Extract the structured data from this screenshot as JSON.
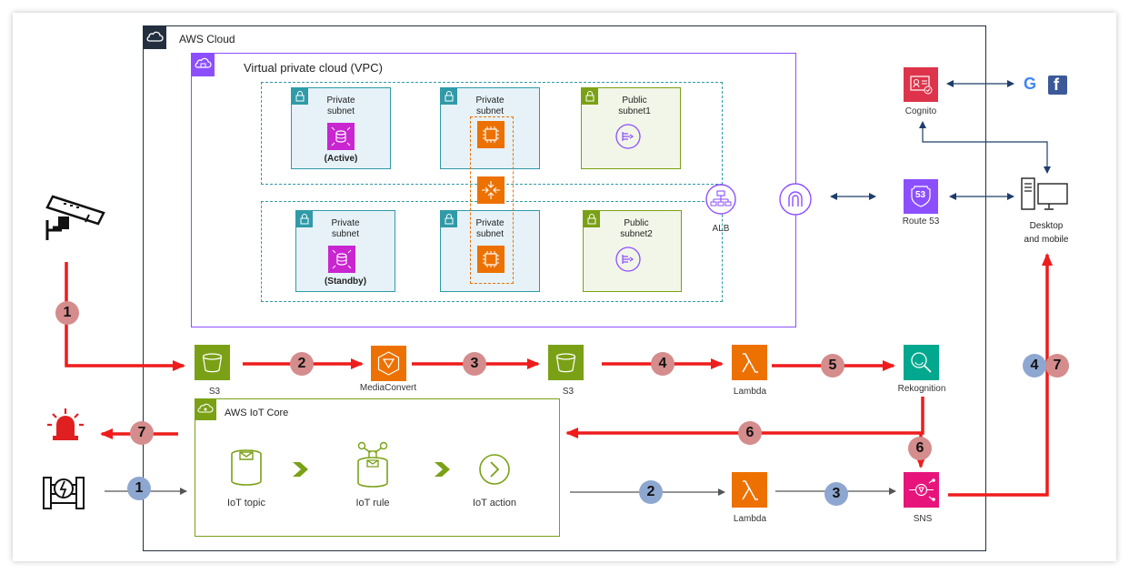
{
  "aws_cloud": {
    "label": "AWS Cloud"
  },
  "vpc": {
    "label": "Virtual private cloud (VPC)"
  },
  "subnets": [
    {
      "id": "priv-active",
      "title": "Private\nsubnet",
      "caption": "(Active)"
    },
    {
      "id": "priv-ec2-top",
      "title": "Private\nsubnet",
      "caption": ""
    },
    {
      "id": "pub1",
      "title": "Public\nsubnet1",
      "caption": ""
    },
    {
      "id": "priv-standby",
      "title": "Private\nsubnet",
      "caption": "(Standby)"
    },
    {
      "id": "priv-ec2-bottom",
      "title": "Private\nsubnet",
      "caption": ""
    },
    {
      "id": "pub2",
      "title": "Public\nsubnet2",
      "caption": ""
    }
  ],
  "services": {
    "alb": "ALB",
    "cognito": "Cognito",
    "route53": "Route 53",
    "route53_badge": "53",
    "desktop": "Desktop\nand mobile",
    "s3_first": "S3",
    "mediaconvert": "MediaConvert",
    "s3_second": "S3",
    "lambda_top": "Lambda",
    "rekognition": "Rekognition",
    "lambda_bottom": "Lambda",
    "sns": "SNS"
  },
  "iot": {
    "title": "AWS IoT Core",
    "topic": "IoT topic",
    "rule": "IoT rule",
    "action": "IoT action"
  },
  "social": {
    "google": "G",
    "facebook": "f"
  },
  "steps": {
    "camera_to_s3": "1",
    "s3_to_mediaconvert": "2",
    "mediaconvert_to_s3": "3",
    "s3_to_lambda": "4",
    "lambda_to_rekognition": "5",
    "rekognition_to_iot": "6",
    "rekognition_to_sns": "6",
    "iot_to_siren": "7",
    "sensor_to_iot": "1",
    "iot_to_lambda": "2",
    "lambda_to_sns": "3",
    "sns_to_desktop_a": "4",
    "sns_to_desktop_b": "7"
  },
  "colors": {
    "flow_red": "#ee1c1c",
    "badge_red": "#d48c8c",
    "badge_blue": "#8ea7d1",
    "vpc_purple": "#8c4fff",
    "subnet_private": "#e6f2f8",
    "subnet_public": "#f2f6e8",
    "subnet_teal": "#2f9aa8",
    "iot_green": "#7aa116",
    "s3_green": "#7aa116",
    "compute_orange": "#ed7100",
    "security_red": "#dd344c",
    "ml_teal": "#01a88d",
    "network_purple": "#8c4fff",
    "sns_pink": "#e7157b"
  }
}
